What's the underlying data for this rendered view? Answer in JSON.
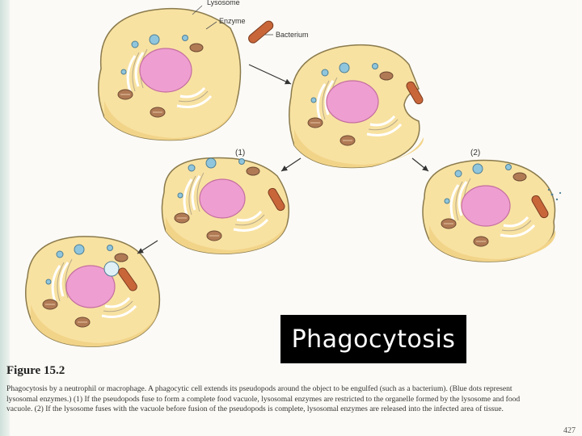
{
  "figure": {
    "callouts": {
      "lysosome": "Lysosome",
      "enzyme": "Enzyme",
      "bacterium": "Bacterium"
    },
    "steps": {
      "step1": "(1)",
      "step2": "(2)"
    },
    "title": "Phagocytosis",
    "figure_label": "Figure 15.2",
    "caption": "Phagocytosis by a neutrophil or macrophage. A phagocytic cell extends its pseudopods around the object to be engulfed (such as a bacterium). (Blue dots represent lysosomal enzymes.) (1) If the pseudopods fuse to form a complete food vacuole, lysosomal enzymes are restricted to the organelle formed by the lysosome and food vacuole. (2) If the lysosome fuses with the vacuole before fusion of the pseudopods is complete, lysosomal enzymes are released into the infected area of tissue.",
    "page_number": "427"
  },
  "colors": {
    "cell_fill": "#f8e2a2",
    "cell_shadow": "#f2d489",
    "cell_outline": "#8a7a4c",
    "nucleus": "#ef9ed1",
    "bacterium": "#c8663a",
    "lysosome": "#8fc6dd",
    "title_bg": "#000000",
    "title_text": "#ffffff"
  }
}
